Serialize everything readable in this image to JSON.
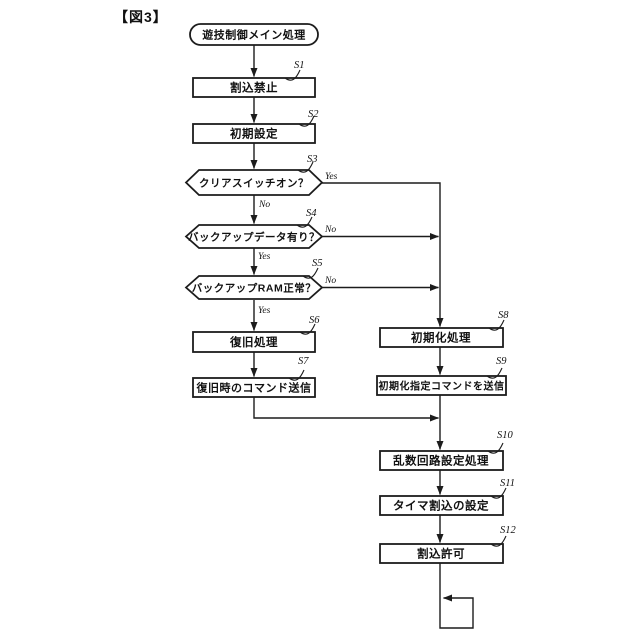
{
  "figure": {
    "caption": "【図3】"
  },
  "flowchart": {
    "start": {
      "label": "遊技制御メイン処理"
    },
    "steps": [
      {
        "id": "S1",
        "label": "割込禁止"
      },
      {
        "id": "S2",
        "label": "初期設定"
      },
      {
        "id": "S3",
        "label": "クリアスイッチオン？",
        "branch_right": "Yes",
        "branch_down": "No"
      },
      {
        "id": "S4",
        "label": "バックアップデータ有り？",
        "branch_right": "No",
        "branch_down": "Yes"
      },
      {
        "id": "S5",
        "label": "バックアップRAM正常？",
        "branch_right": "No",
        "branch_down": "Yes"
      },
      {
        "id": "S6",
        "label": "復旧処理"
      },
      {
        "id": "S7",
        "label": "復旧時のコマンド送信"
      },
      {
        "id": "S8",
        "label": "初期化処理"
      },
      {
        "id": "S9",
        "label": "初期化指定コマンドを送信"
      },
      {
        "id": "S10",
        "label": "乱数回路設定処理"
      },
      {
        "id": "S11",
        "label": "タイマ割込の設定"
      },
      {
        "id": "S12",
        "label": "割込許可"
      }
    ]
  }
}
